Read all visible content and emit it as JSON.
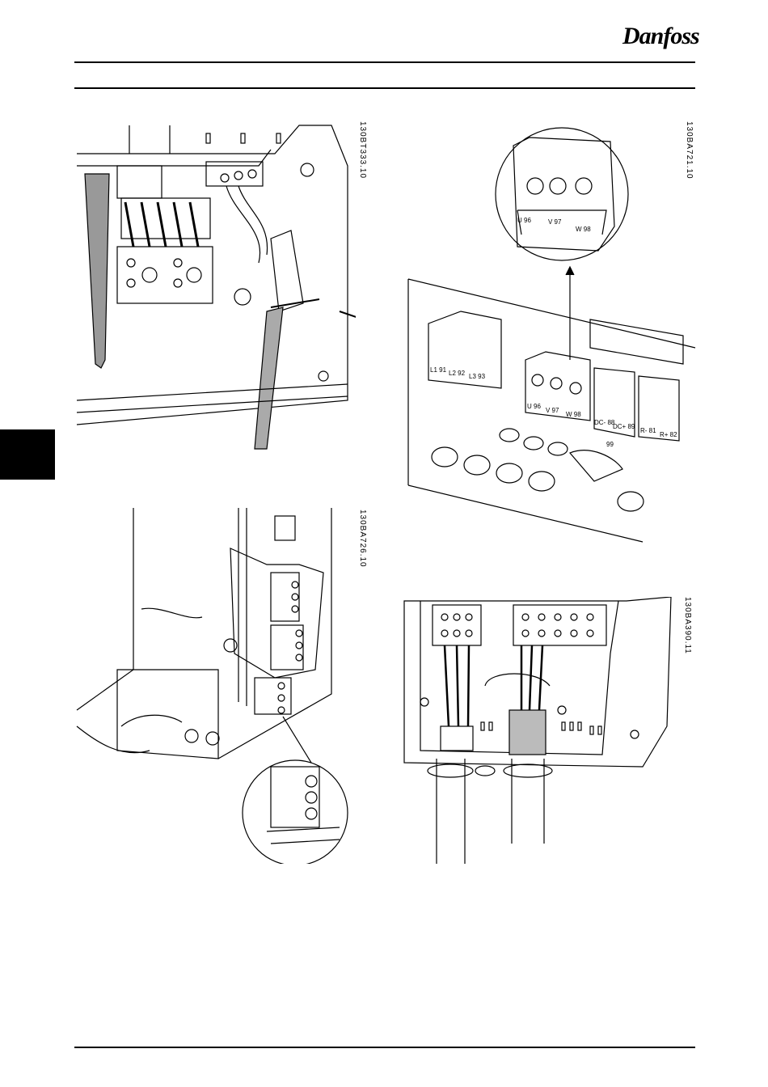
{
  "header": {
    "brand": "Danfoss"
  },
  "figures": [
    {
      "code": "130BT333.10"
    },
    {
      "code": "130BA721.10",
      "terminal_labels": [
        "L1 91",
        "L2 92",
        "L3 93",
        "U 96",
        "V 97",
        "W 98",
        "DC- 88",
        "DC+ 89",
        "R- 81",
        "R+ 82",
        "99"
      ],
      "zoom_labels": [
        "U 96",
        "V 97",
        "W 98"
      ]
    },
    {
      "code": "130BA726.10"
    },
    {
      "code": "130BA390.11"
    }
  ]
}
